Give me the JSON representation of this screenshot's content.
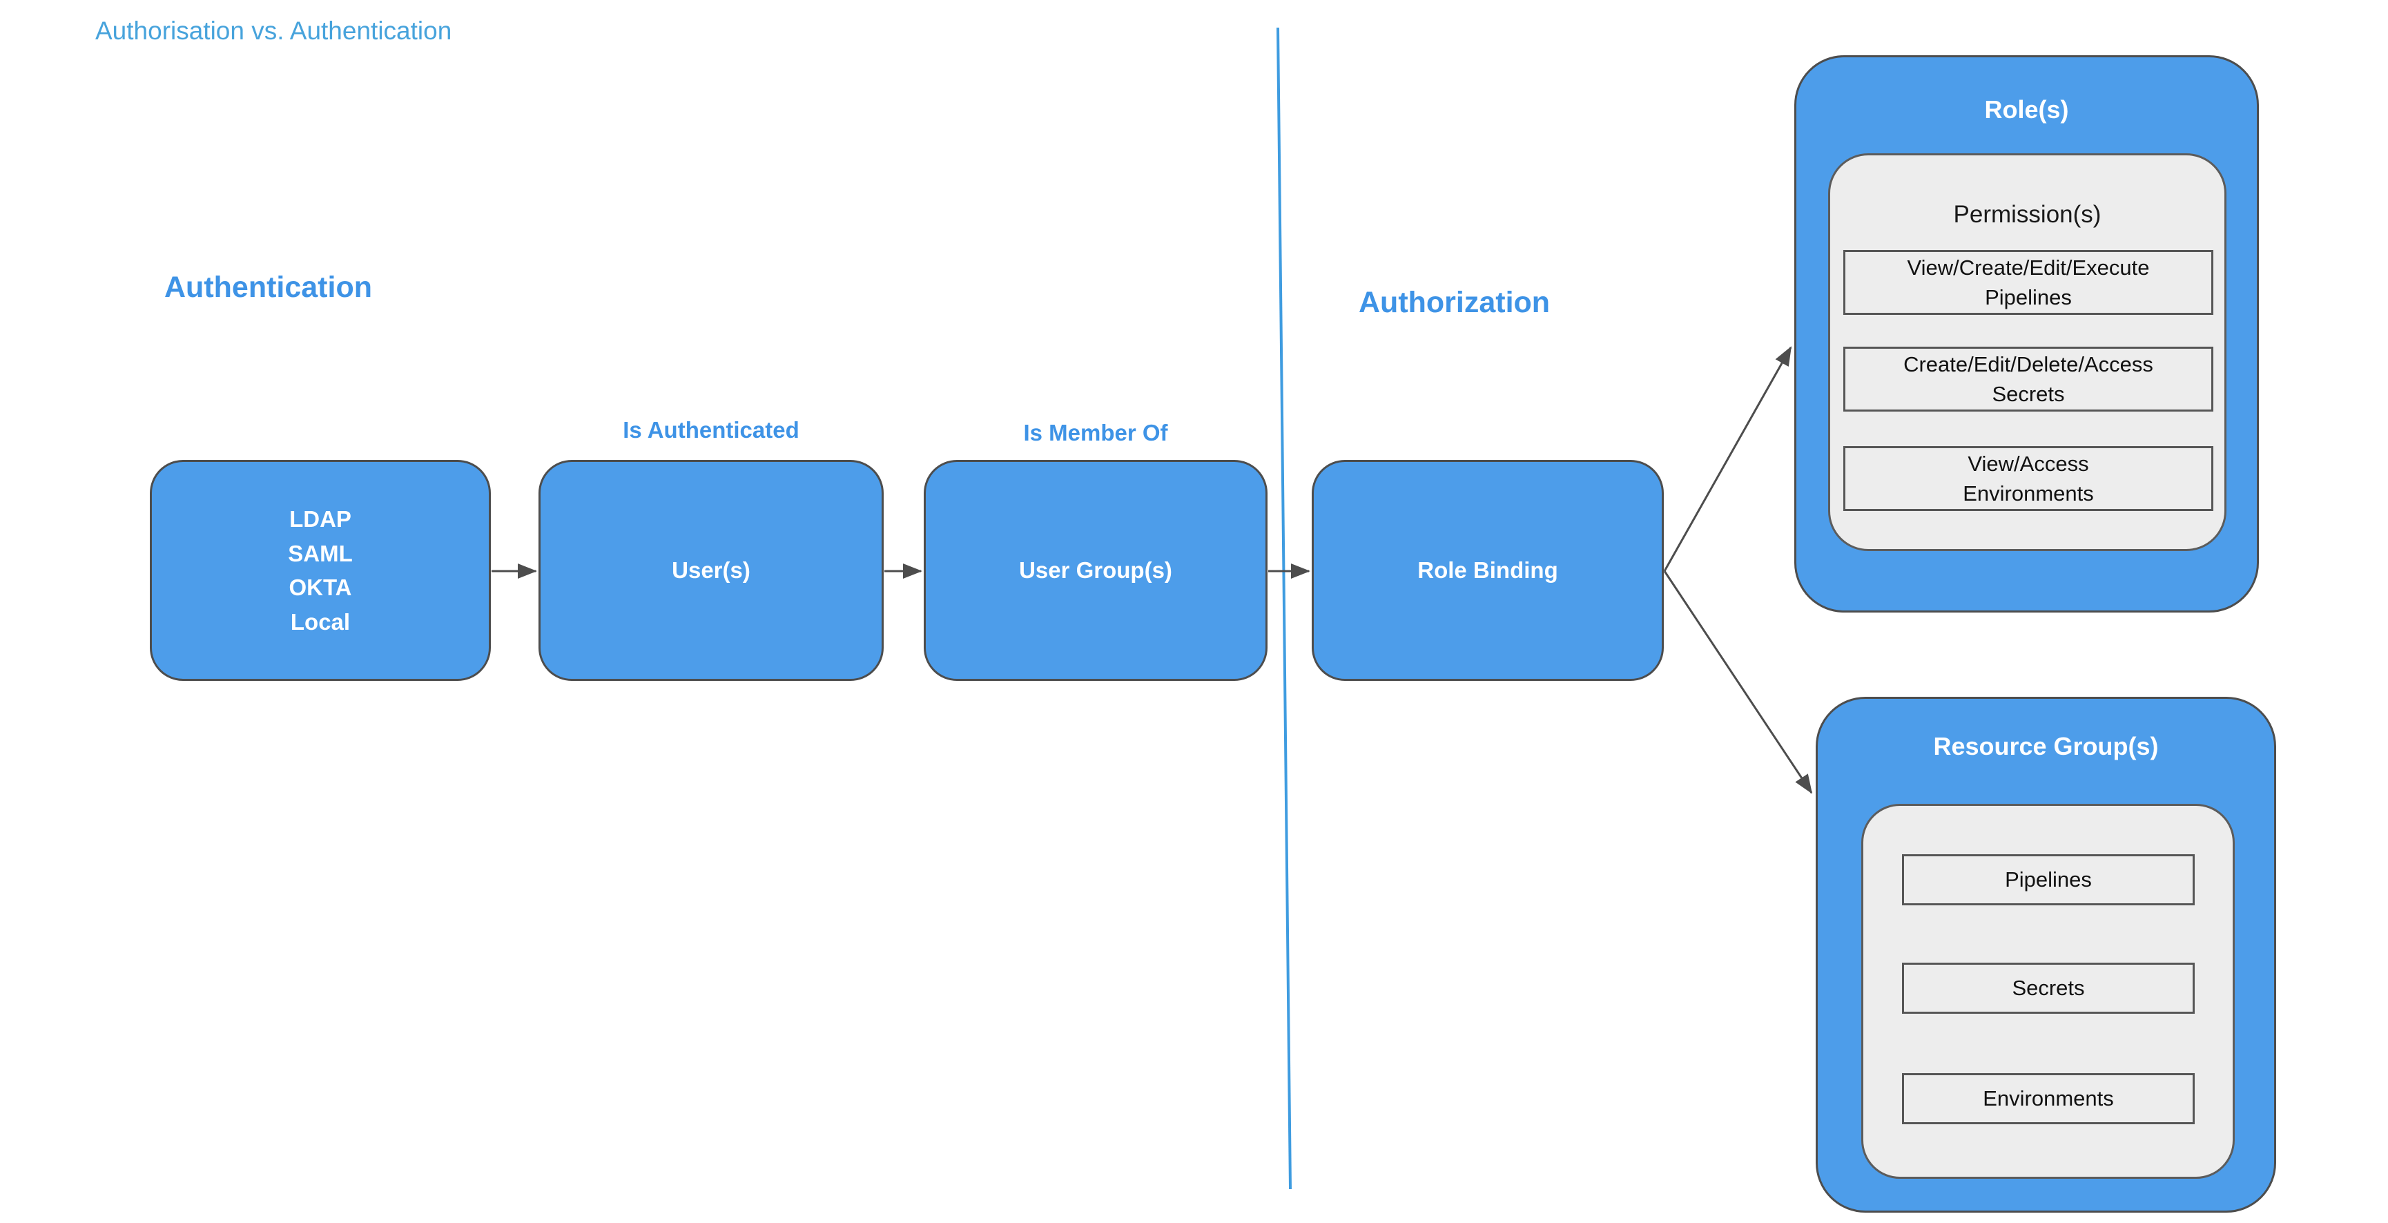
{
  "page_title": "Authorisation vs. Authentication",
  "colors": {
    "node_fill": "#4D9DEA",
    "node_border": "#4D4D4D",
    "node_text": "#FFFFFF",
    "panel_fill": "#EDEDED",
    "panel_border": "#5C5C5C",
    "panel_text": "#1A1A1A",
    "heading_blue": "#3E93E6",
    "title_blue": "#47A3DC",
    "divider_blue": "#3F9CE0",
    "arrow_gray": "#4D4D4D"
  },
  "headings": {
    "authentication": "Authentication",
    "authorization": "Authorization"
  },
  "flow": {
    "identity_node": {
      "lines": [
        "LDAP",
        "SAML",
        "OKTA",
        "Local"
      ]
    },
    "users_node": {
      "label": "User(s)",
      "annotation": "Is Authenticated"
    },
    "user_groups_node": {
      "label": "User Group(s)",
      "annotation": "Is Member Of"
    },
    "role_binding_node": {
      "label": "Role Binding"
    }
  },
  "roles": {
    "title": "Role(s)",
    "panel_title": "Permission(s)",
    "permissions": [
      {
        "line1": "View/Create/Edit/Execute",
        "line2": "Pipelines"
      },
      {
        "line1": "Create/Edit/Delete/Access",
        "line2": "Secrets"
      },
      {
        "line1": "View/Access",
        "line2": "Environments"
      }
    ]
  },
  "resource_groups": {
    "title": "Resource Group(s)",
    "resources": [
      "Pipelines",
      "Secrets",
      "Environments"
    ]
  }
}
